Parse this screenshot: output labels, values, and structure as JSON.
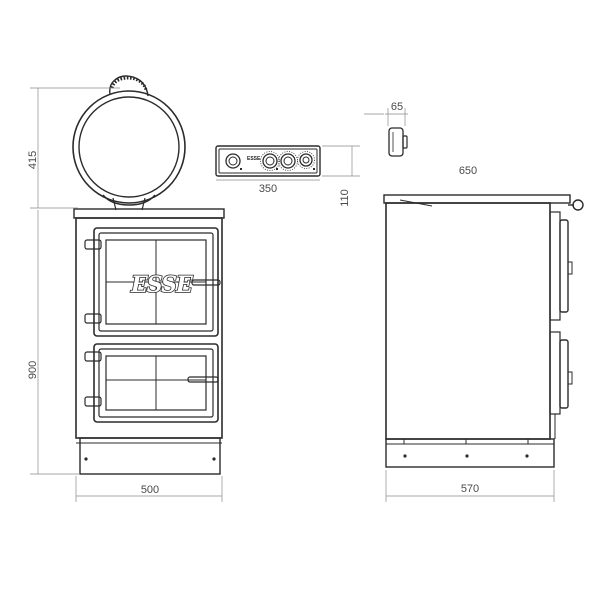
{
  "dimensions": {
    "top_plate_height": "415",
    "control_panel_width": "350",
    "control_panel_height": "110",
    "knob_depth": "65",
    "side_depth_overall": "650",
    "front_height": "900",
    "front_width": "500",
    "side_depth_body": "570"
  },
  "brand": {
    "logo_text": "ESSE",
    "panel_logo": "ESSE"
  },
  "colors": {
    "line": "#2b2b2b",
    "dimension": "#8a8a8a",
    "background": "#ffffff"
  }
}
